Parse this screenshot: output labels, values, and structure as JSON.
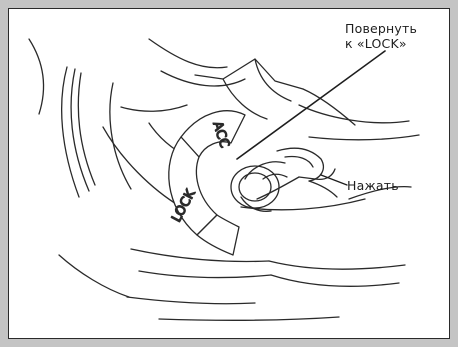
{
  "callouts": {
    "turn_line1": "Повернуть",
    "turn_line2": "к «LOCK»",
    "push": "Нажать"
  },
  "switch": {
    "positions": [
      "ACC",
      "LOCK"
    ]
  }
}
